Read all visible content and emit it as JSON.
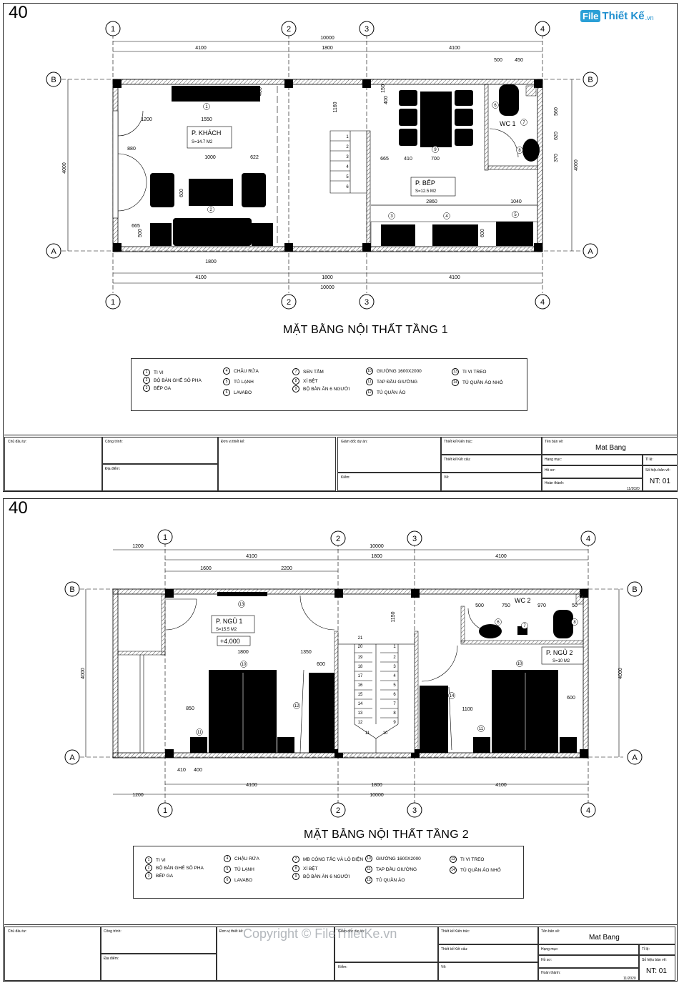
{
  "logo": {
    "badge": "File",
    "name": "Thiết Kế",
    "domain": ".vn"
  },
  "watermark": "Copyright © FileThietKe.vn",
  "sheets": [
    {
      "number": "40",
      "title": "MẶT BẰNG NỘI THẤT TẦNG 1",
      "axes": {
        "cols": [
          "1",
          "2",
          "3",
          "4"
        ],
        "rows": [
          "B",
          "A"
        ]
      },
      "dims": {
        "total": "10000",
        "spans": [
          "4100",
          "1800",
          "4100"
        ],
        "height": "4000",
        "top_small": [
          "500",
          "450"
        ],
        "inner": [
          "1550",
          "1200",
          "880",
          "1000",
          "622",
          "600",
          "800",
          "665",
          "500",
          "1800",
          "1160",
          "400",
          "150",
          "665",
          "410",
          "700",
          "2860",
          "1040",
          "600",
          "560",
          "620",
          "370",
          "400"
        ]
      },
      "rooms": [
        {
          "name": "P. KHÁCH",
          "area": "S=14.7 M2"
        },
        {
          "name": "P. BẾP",
          "area": "S=12.5 M2"
        },
        {
          "name": "WC 1",
          "area": ""
        }
      ],
      "tags": [
        "1",
        "2",
        "3",
        "4",
        "5",
        "6",
        "7",
        "8",
        "9"
      ],
      "stair_steps": [
        "1",
        "2",
        "3",
        "4",
        "5",
        "6"
      ],
      "legend": [
        {
          "n": "1",
          "t": "TI VI"
        },
        {
          "n": "2",
          "t": "BỘ BÀN GHẾ SÔ PHA"
        },
        {
          "n": "3",
          "t": "BẾP GA"
        },
        {
          "n": "4",
          "t": "CHẬU RỬA"
        },
        {
          "n": "5",
          "t": "TỦ LẠNH"
        },
        {
          "n": "6",
          "t": "LAVABO"
        },
        {
          "n": "7",
          "t": "SEN TẮM"
        },
        {
          "n": "8",
          "t": "XÍ BỆT"
        },
        {
          "n": "9",
          "t": "BỘ BÀN ĂN 6 NGƯỜI"
        },
        {
          "n": "10",
          "t": "GIƯỜNG 1600X2000"
        },
        {
          "n": "11",
          "t": "TAP ĐẦU GIƯỜNG"
        },
        {
          "n": "12",
          "t": "TỦ QUẦN ÁO"
        },
        {
          "n": "13",
          "t": "TI VI TREO"
        },
        {
          "n": "14",
          "t": "TỦ QUẦN ÁO NHỎ"
        }
      ],
      "title_block": {
        "chu_dau_tu": "Chủ đầu tư:",
        "cong_trinh": "Công trình:",
        "dia_diem": "Địa điểm:",
        "don_vi": "Đơn vị thiết kế:",
        "giam_doc": "Giám đốc dự án:",
        "kien_truc": "Thiết kế Kiến trúc:",
        "ket_cau": "Thiết kế Kết cấu:",
        "kiem": "Kiểm:",
        "ve": "Vẽ:",
        "ten_ban_ve": "Tên bản vẽ:",
        "ten_value": "Mat Bang",
        "hang_muc": "Hạng mục:",
        "ti_le": "Tỉ lệ:",
        "ho_so": "Hồ sơ:",
        "so_hieu": "Số hiệu bản vẽ:",
        "hoan_thanh": "Hoàn thành:",
        "date": "11/2020",
        "sheet_code": "NT: 01"
      }
    },
    {
      "number": "40",
      "title": "MẶT BẰNG NỘI THẤT TẦNG 2",
      "axes": {
        "cols": [
          "1",
          "2",
          "3",
          "4"
        ],
        "rows": [
          "B",
          "A"
        ]
      },
      "dims": {
        "total": "10000",
        "spans": [
          "4100",
          "1800",
          "4100"
        ],
        "height": "4000",
        "overhang": "1200",
        "inner": [
          "1600",
          "2200",
          "1800",
          "1350",
          "600",
          "850",
          "410",
          "400",
          "1150",
          "500",
          "750",
          "970",
          "50",
          "1100",
          "600"
        ]
      },
      "rooms": [
        {
          "name": "P. NGỦ 1",
          "area": "S=15.5 M2"
        },
        {
          "name": "P. NGỦ 2",
          "area": "S=10 M2"
        },
        {
          "name": "WC 2",
          "area": ""
        }
      ],
      "level": "+4.000",
      "tags": [
        "10",
        "11",
        "12",
        "13",
        "14",
        "6",
        "7",
        "8"
      ],
      "stair_left": [
        "21",
        "20",
        "19",
        "18",
        "17",
        "16",
        "15",
        "14",
        "13",
        "12",
        "11"
      ],
      "stair_right": [
        "1",
        "2",
        "3",
        "4",
        "5",
        "6",
        "7",
        "8",
        "9",
        "10"
      ],
      "legend": [
        {
          "n": "1",
          "t": "TI VI"
        },
        {
          "n": "2",
          "t": "BỘ BÀN GHẾ SÔ PHA"
        },
        {
          "n": "3",
          "t": "BẾP GA"
        },
        {
          "n": "4",
          "t": "CHẬU RỬA"
        },
        {
          "n": "5",
          "t": "TỦ LẠNH"
        },
        {
          "n": "6",
          "t": "LAVABO"
        },
        {
          "n": "7",
          "t": "MB CÔNG TẮC VÀ LỘ ĐIỆN"
        },
        {
          "n": "8",
          "t": "XÍ BỆT"
        },
        {
          "n": "9",
          "t": "BỘ BÀN ĂN 6 NGƯỜI"
        },
        {
          "n": "10",
          "t": "GIƯỜNG 1600X2000"
        },
        {
          "n": "11",
          "t": "TAP ĐẦU GIƯỜNG"
        },
        {
          "n": "12",
          "t": "TỦ QUẦN ÁO"
        },
        {
          "n": "13",
          "t": "TI VI TREO"
        },
        {
          "n": "14",
          "t": "TỦ QUẦN ÁO NHỎ"
        }
      ],
      "title_block": {
        "chu_dau_tu": "Chủ đầu tư:",
        "cong_trinh": "Công trình:",
        "dia_diem": "Địa điểm:",
        "don_vi": "Đơn vị thiết kế:",
        "giam_doc": "Giám đốc dự án:",
        "kien_truc": "Thiết kế Kiến trúc:",
        "ket_cau": "Thiết kế Kết cấu:",
        "kiem": "Kiểm:",
        "ve": "Vẽ:",
        "ten_ban_ve": "Tên bản vẽ:",
        "ten_value": "Mat Bang",
        "hang_muc": "Hạng mục:",
        "ti_le": "Tỉ lệ:",
        "ho_so": "Hồ sơ:",
        "so_hieu": "Số hiệu bản vẽ:",
        "hoan_thanh": "Hoàn thành:",
        "date": "11/2020",
        "sheet_code": "NT: 01"
      }
    }
  ]
}
